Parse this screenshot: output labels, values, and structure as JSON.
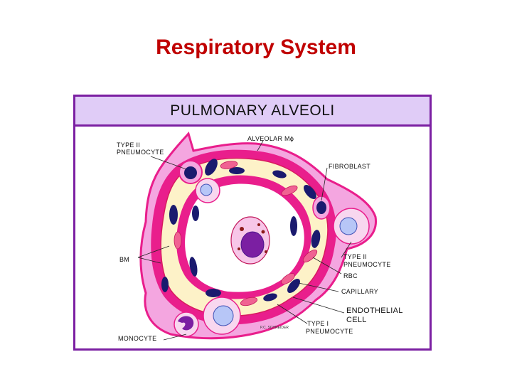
{
  "slide": {
    "title": "Respiratory System"
  },
  "figure": {
    "header": "PULMONARY ALVEOLI",
    "labels": {
      "type2_top": [
        "TYPE II",
        "PNEUMOCYTE"
      ],
      "alveolar_mac": "ALVEOLAR Mϕ",
      "fibroblast": "FIBROBLAST",
      "bm": "BM",
      "type2_right": [
        "TYPE II",
        "PNEUMOCYTE"
      ],
      "rbc": "RBC",
      "capillary": "CAPILLARY",
      "endothelial": [
        "ENDOTHELIAL",
        "CELL"
      ],
      "type1": [
        "TYPE I",
        "PNEUMOCYTE"
      ],
      "monocyte": "MONOCYTE",
      "credit": "P.C. SCHNEIDER"
    }
  },
  "colors": {
    "title": "#c00000",
    "frame_border": "#7b1fa2",
    "header_bg": "#e0ccf7",
    "tissue_magenta": "#e91e8c",
    "tissue_pink": "#f4a6e0",
    "capillary_yellow": "#fdf2c8",
    "nucleus_navy": "#1a1a6e",
    "rbc_pink": "#f06292"
  }
}
